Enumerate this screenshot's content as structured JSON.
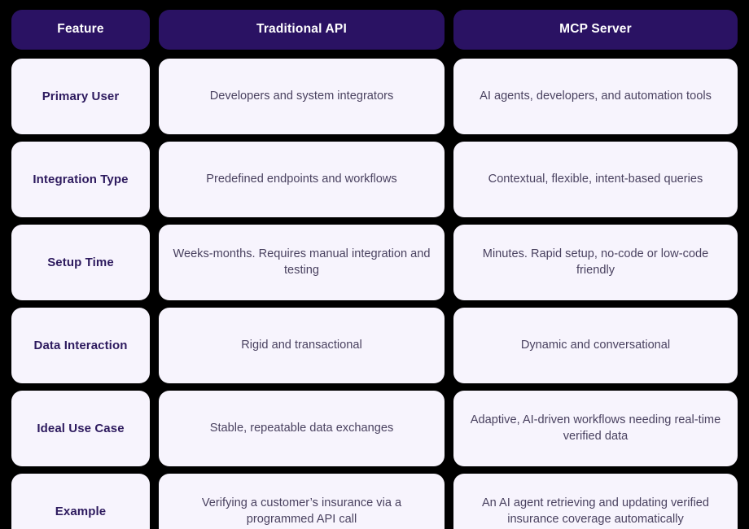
{
  "table": {
    "columns": [
      {
        "key": "feature",
        "label": "Feature"
      },
      {
        "key": "traditional_api",
        "label": "Traditional API"
      },
      {
        "key": "mcp_server",
        "label": "MCP Server"
      }
    ],
    "rows": [
      {
        "feature": "Primary User",
        "traditional_api": "Developers and system integrators",
        "mcp_server": "AI agents, developers, and automation tools"
      },
      {
        "feature": "Integration Type",
        "traditional_api": "Predefined endpoints and workflows",
        "mcp_server": "Contextual, flexible, intent-based queries"
      },
      {
        "feature": "Setup Time",
        "traditional_api": "Weeks-months. Requires manual integration and testing",
        "mcp_server": "Minutes. Rapid setup, no-code or low-code friendly"
      },
      {
        "feature": "Data Interaction",
        "traditional_api": "Rigid and transactional",
        "mcp_server": "Dynamic and conversational"
      },
      {
        "feature": "Ideal Use Case",
        "traditional_api": "Stable, repeatable data exchanges",
        "mcp_server": "Adaptive, AI-driven workflows needing real-time verified data"
      },
      {
        "feature": "Example",
        "traditional_api": "Verifying a customer’s insurance via a programmed API call",
        "mcp_server": "An AI agent retrieving and updating verified insurance coverage automatically"
      }
    ]
  },
  "colors": {
    "page_background": "#000000",
    "header_background": "#2a1263",
    "header_text": "#ffffff",
    "cell_background": "#f7f4fd",
    "feature_text": "#2d1a5e",
    "value_text": "#4a4260"
  }
}
